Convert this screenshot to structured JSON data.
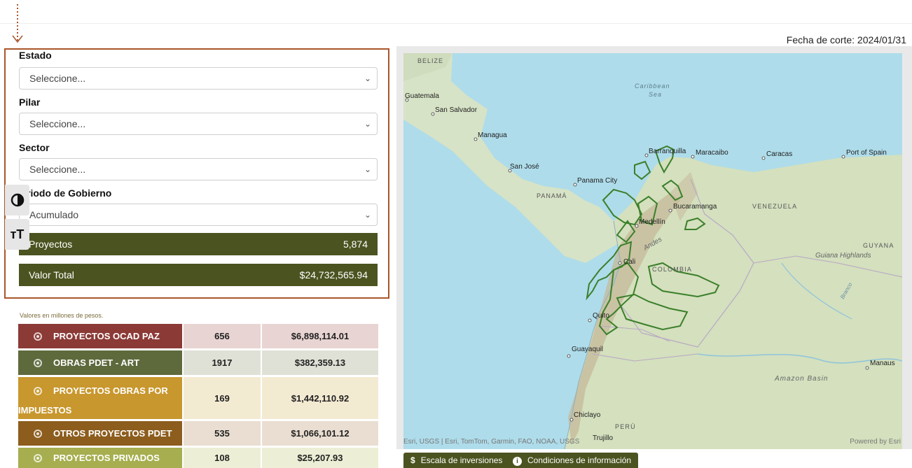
{
  "header": {
    "cutoff": "Fecha de corte: 2024/01/31"
  },
  "filters": {
    "estado": {
      "label": "Estado",
      "value": "Seleccione..."
    },
    "pilar": {
      "label": "Pilar",
      "value": "Seleccione..."
    },
    "sector": {
      "label": "Sector",
      "value": "Seleccione..."
    },
    "periodo": {
      "label_visible": "riodo de Gobierno",
      "value": "Acumulado"
    },
    "proyectos": {
      "label_visible": "Proyectos",
      "value": "5,874"
    },
    "valor_total": {
      "label": "Valor Total",
      "value": "$24,732,565.94"
    }
  },
  "accessibility": {
    "contrast_icon": "contrast-icon",
    "text_size_label": "тТ"
  },
  "summary": {
    "note": "Valores en millones de pesos.",
    "rows": [
      {
        "name": "PROYECTOS OCAD PAZ",
        "count": "656",
        "amount": "$6,898,114.01",
        "color": "#8b3a36",
        "bg": "#e8d4d2"
      },
      {
        "name": "OBRAS PDET - ART",
        "count": "1917",
        "amount": "$382,359.13",
        "color": "#5e6a3c",
        "bg": "#dfe1d6"
      },
      {
        "name_line1": "PROYECTOS OBRAS POR",
        "name_line2": "IMPUESTOS",
        "count": "169",
        "amount": "$1,442,110.92",
        "color": "#c8972e",
        "bg": "#f3ead2"
      },
      {
        "name": "OTROS PROYECTOS PDET",
        "count": "535",
        "amount": "$1,066,101.12",
        "color": "#8c5d1d",
        "bg": "#e9ded1"
      },
      {
        "name": "PROYECTOS PRIVADOS",
        "count": "108",
        "amount": "$25,207.93",
        "color": "#a6ae4f",
        "bg": "#ecefd5"
      }
    ]
  },
  "map": {
    "labels": {
      "belize": "BELIZE",
      "caribbean1": "Caribbean",
      "caribbean2": "Sea",
      "guatemala": "Guatemala",
      "san_salvador": "San Salvador",
      "managua": "Managua",
      "san_jose": "San José",
      "panama_city": "Panama City",
      "panama": "PANAMÁ",
      "barranquilla": "Barranquilla",
      "maracaibo": "Maracaibo",
      "caracas": "Caracas",
      "port_of_spain": "Port of Spain",
      "bucaramanga": "Bucaramanga",
      "venezuela": "VENEZUELA",
      "medellin": "Medellín",
      "andes": "Andes",
      "cali": "Cali",
      "colombia": "COLOMBIA",
      "guyana": "GUYANA",
      "guiana_highlands": "Guiana Highlands",
      "branco": "Branco",
      "quito": "Quito",
      "guayaquil": "Guayaquil",
      "manaus": "Manaus",
      "amazon_basin": "Amazon Basin",
      "chiclayo": "Chiclayo",
      "peru": "PERÚ",
      "trujillo": "Trujillo"
    },
    "attribution": "Esri, USGS | Esri, TomTom, Garmin, FAO, NOAA, USGS",
    "powered_by": "Powered by Esri"
  },
  "buttons": {
    "escala": {
      "icon": "$",
      "label": "Escala de inversiones"
    },
    "condiciones": {
      "icon": "i",
      "label": "Condiciones de información"
    }
  }
}
